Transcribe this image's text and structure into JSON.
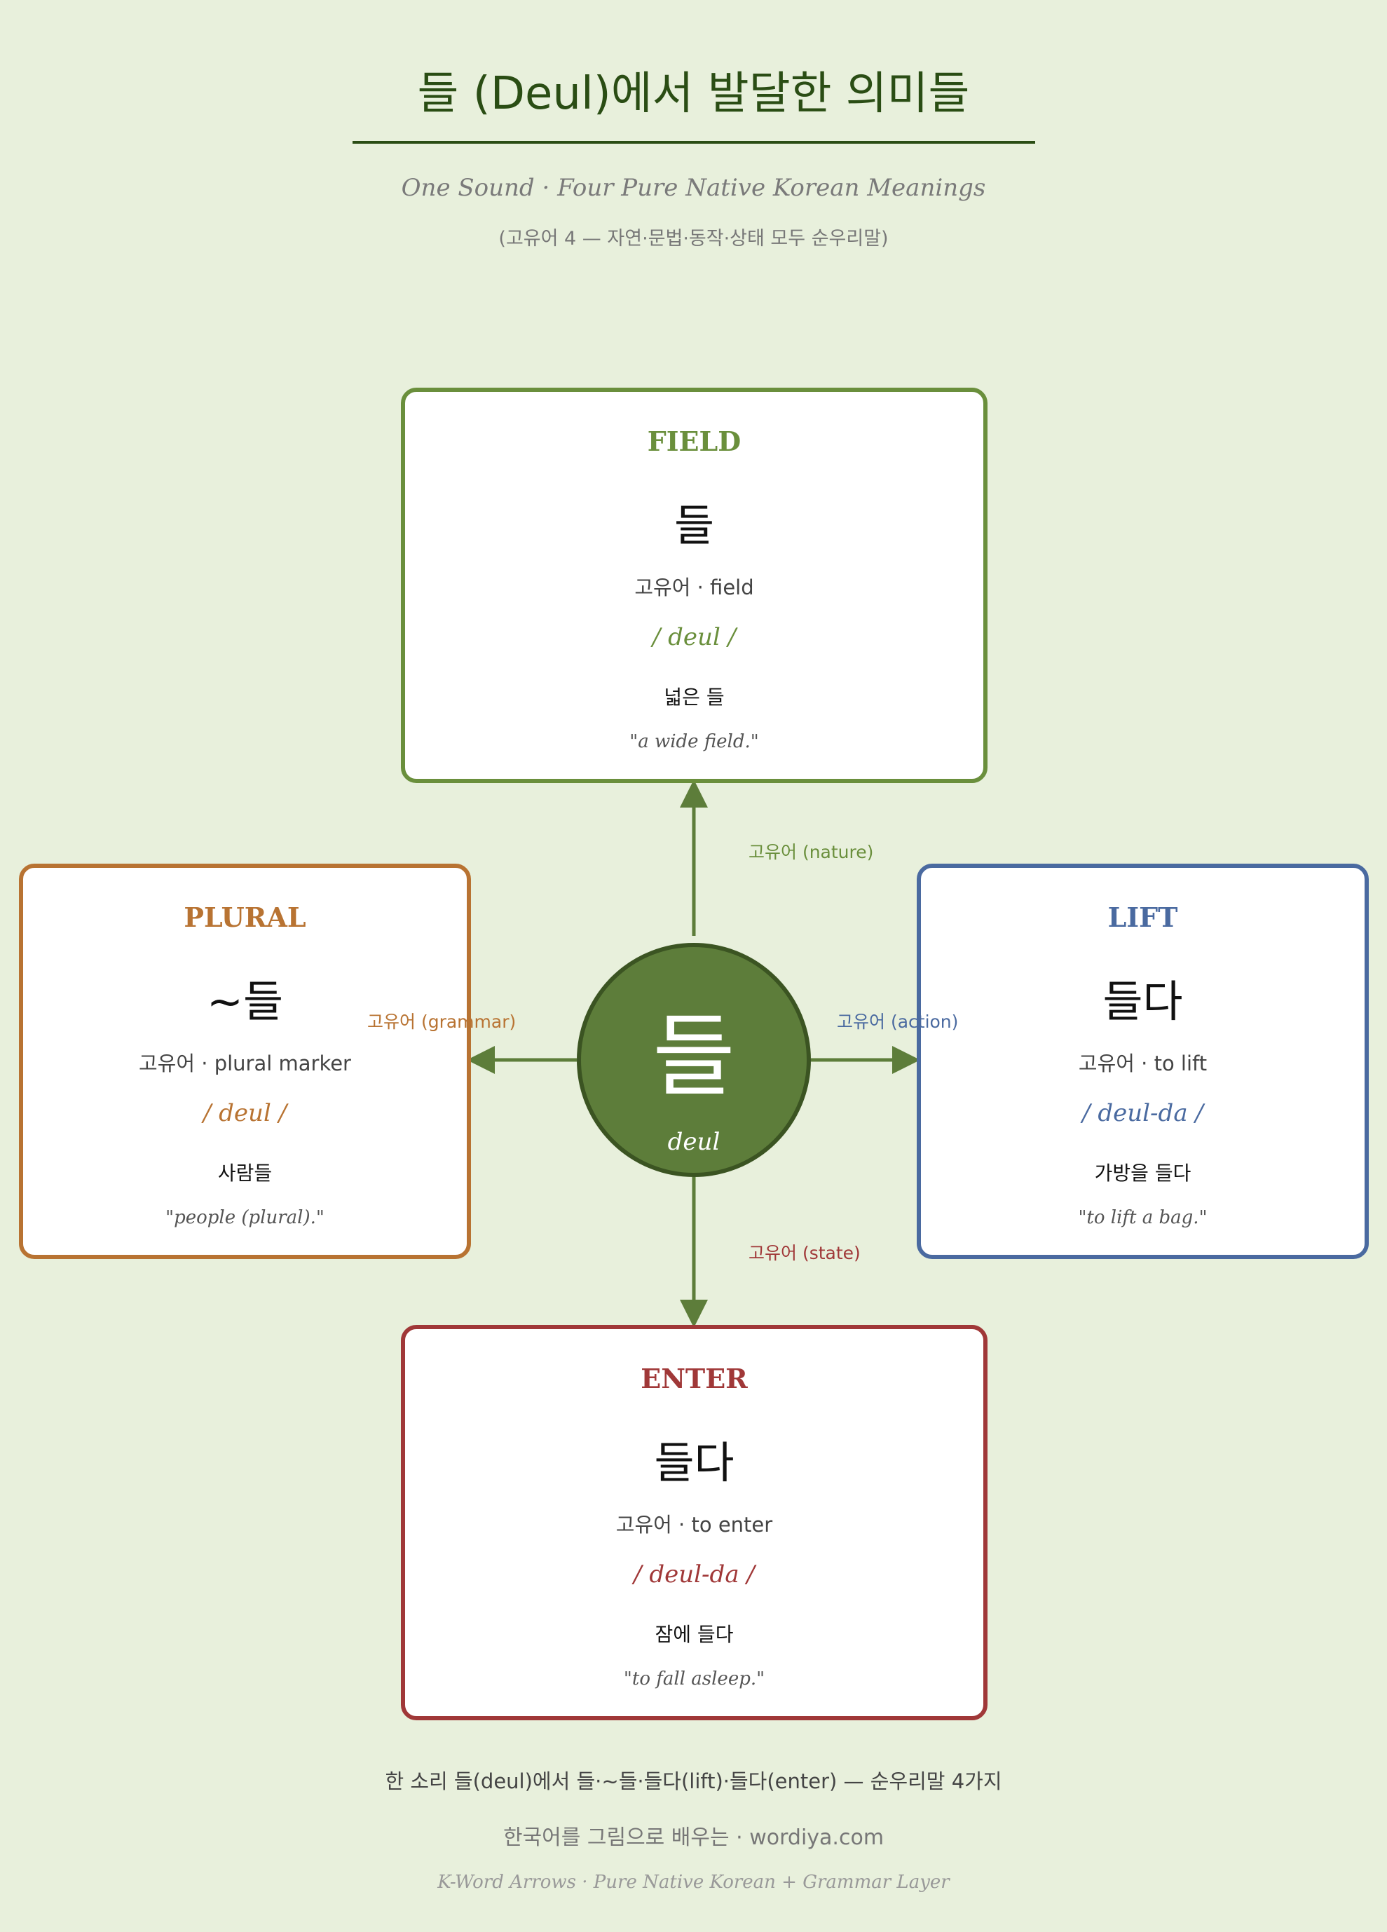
{
  "header": {
    "title": "들 (Deul)에서 발달한 의미들",
    "subtitle": "One Sound · Four Pure Native Korean Meanings",
    "note": "(고유어 4 — 자연·문법·동작·상태 모두 순우리말)"
  },
  "center": {
    "char": "들",
    "romanization": "deul"
  },
  "cards": {
    "field": {
      "heading": "FIELD",
      "word": "들",
      "gloss": "고유어 · field",
      "pron": "/ deul /",
      "example": "넓은 들",
      "translation": "\"a wide field.\"",
      "color": "#6a8f3c"
    },
    "plural": {
      "heading": "PLURAL",
      "word": "~들",
      "gloss": "고유어 · plural marker",
      "pron": "/ deul /",
      "example": "사람들",
      "translation": "\"people (plural).\"",
      "color": "#b87332"
    },
    "lift": {
      "heading": "LIFT",
      "word": "들다",
      "gloss": "고유어 · to lift",
      "pron": "/ deul-da /",
      "example": "가방을 들다",
      "translation": "\"to lift a bag.\"",
      "color": "#4a6aa0"
    },
    "enter": {
      "heading": "ENTER",
      "word": "들다",
      "gloss": "고유어 · to enter",
      "pron": "/ deul-da /",
      "example": "잠에 들다",
      "translation": "\"to fall asleep.\"",
      "color": "#a03838"
    }
  },
  "arrow_labels": {
    "nature": "고유어 (nature)",
    "grammar": "고유어 (grammar)",
    "action": "고유어 (action)",
    "state": "고유어 (state)"
  },
  "arrow_color": "#5d7d3a",
  "footer": {
    "summary": "한 소리 들(deul)에서 들·~들·들다(lift)·들다(enter) — 순우리말 4가지",
    "site": "한국어를 그림으로 배우는 · wordiya.com",
    "tagline": "K-Word Arrows · Pure Native Korean + Grammar Layer"
  }
}
